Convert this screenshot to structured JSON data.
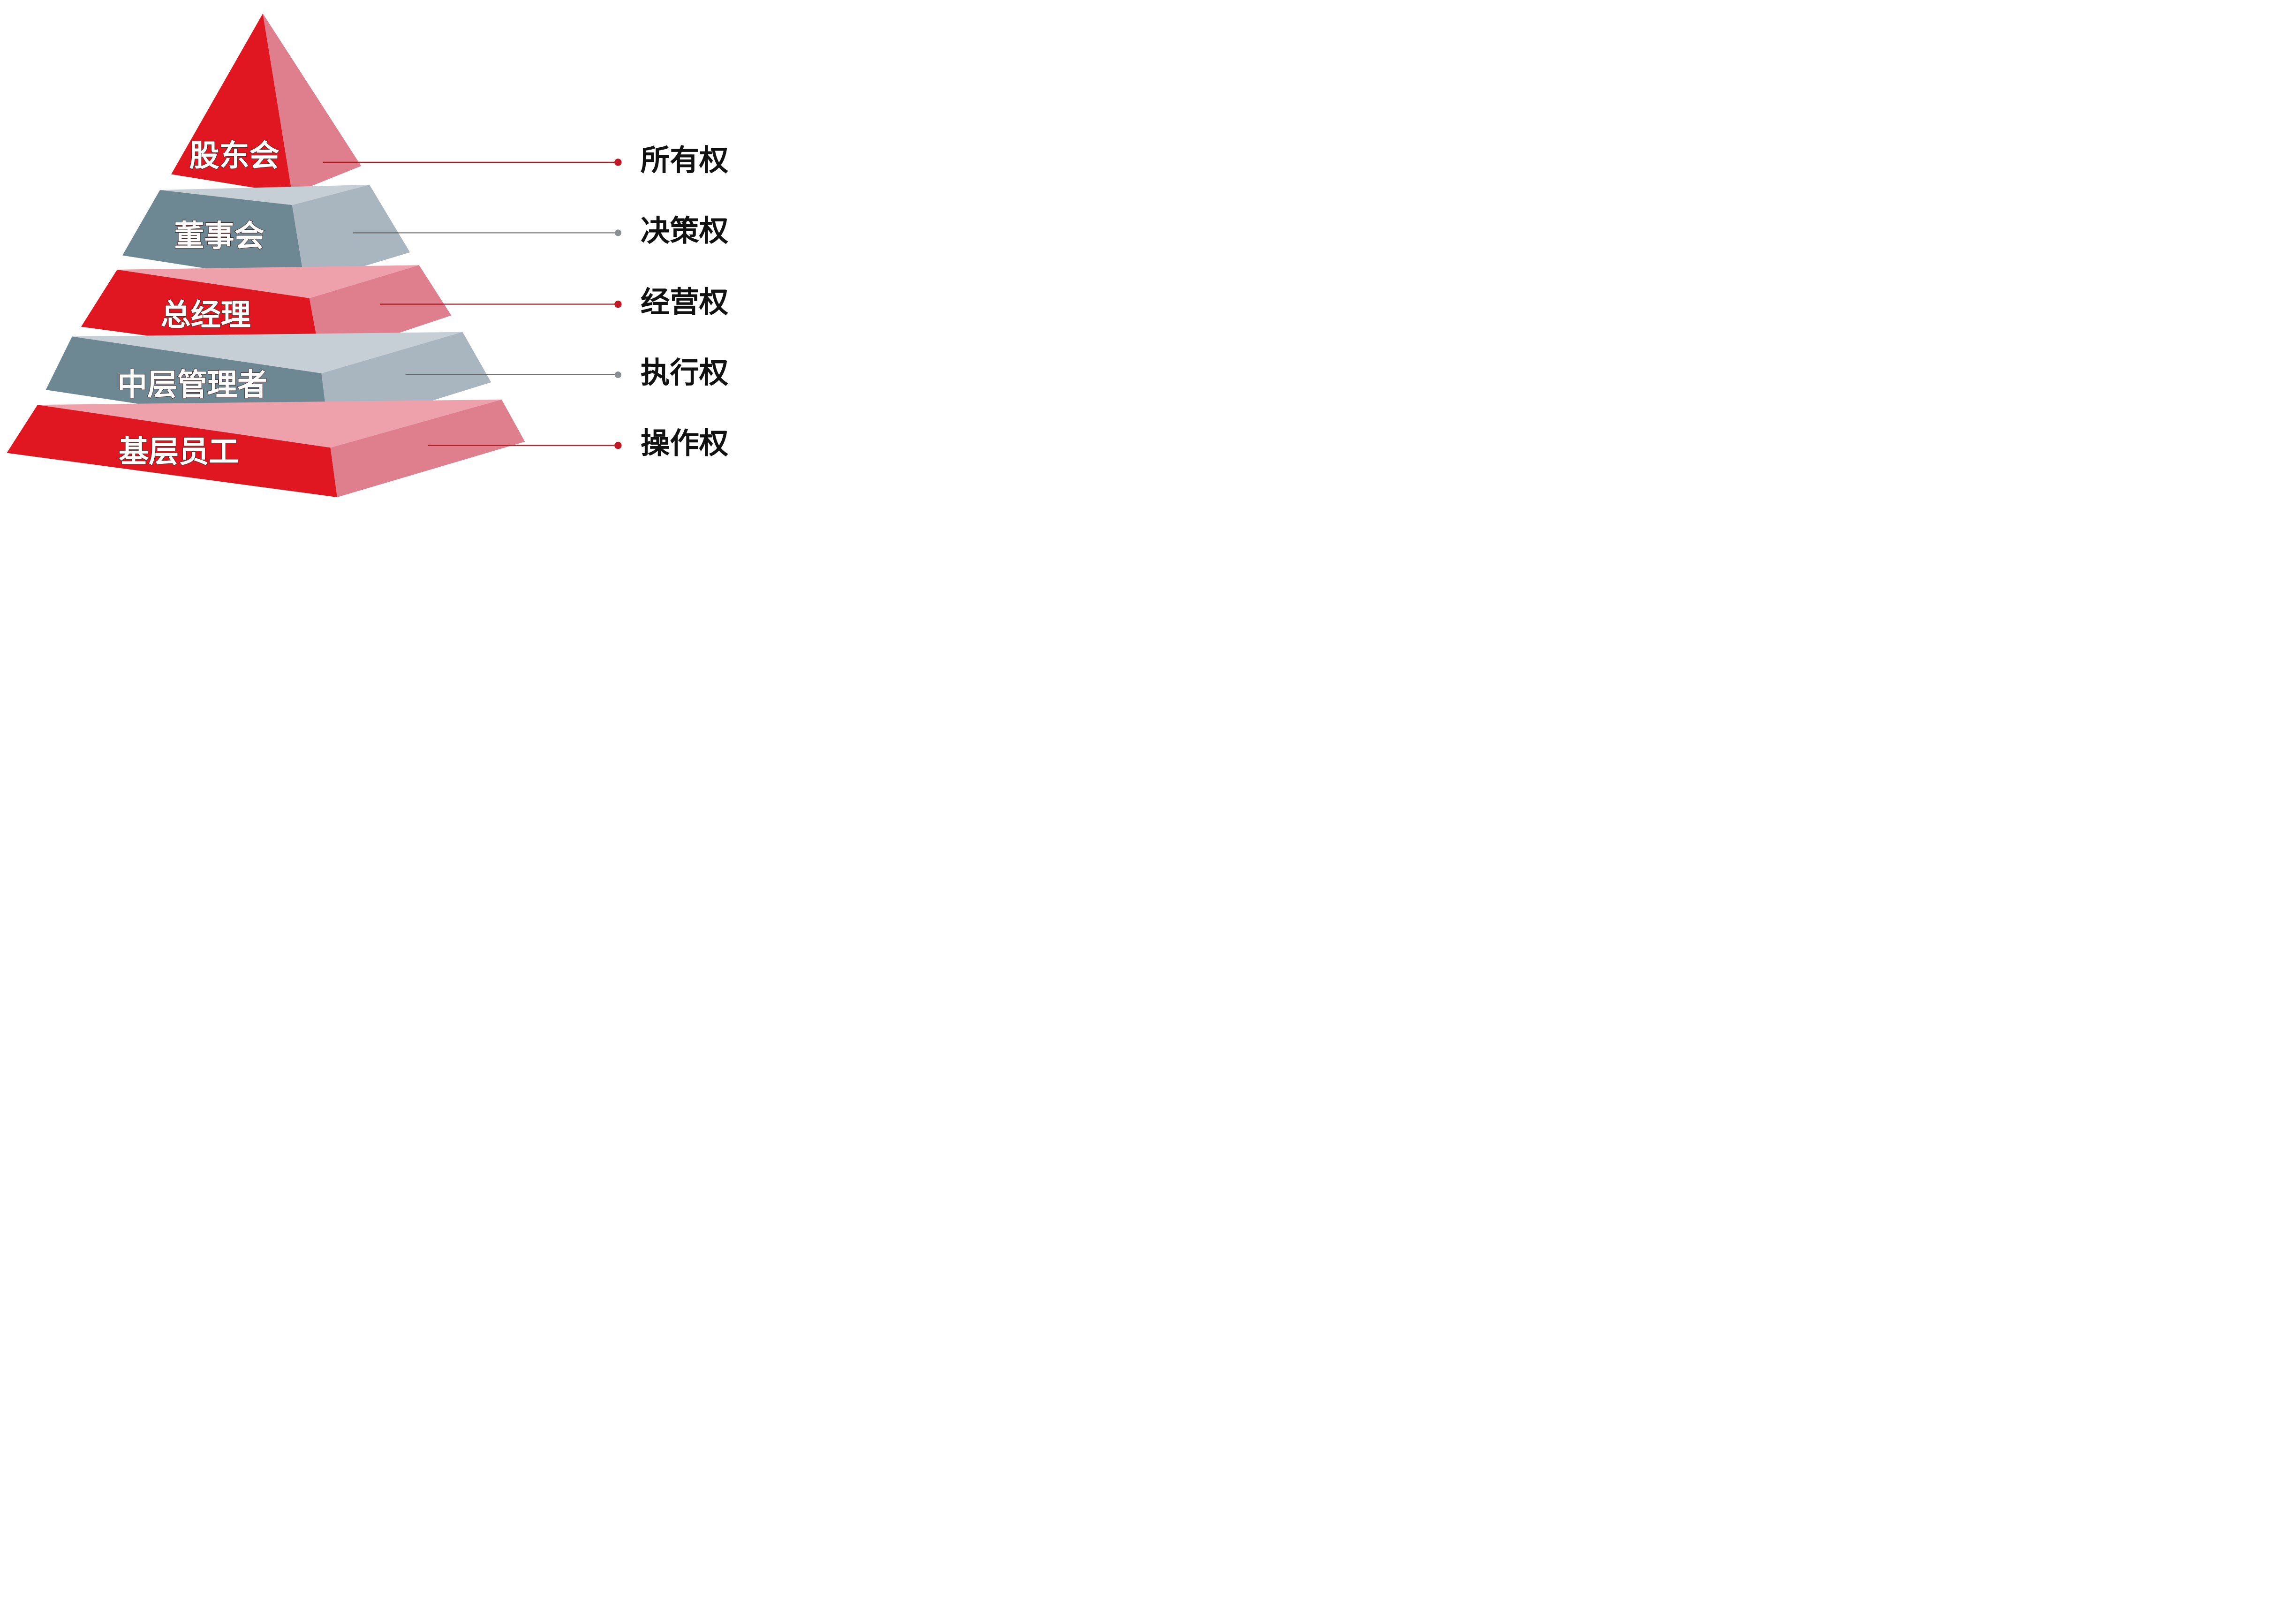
{
  "diagram": {
    "tiers": [
      {
        "label": "股东会",
        "role": "所有权",
        "color": "red"
      },
      {
        "label": "董事会",
        "role": "决策权",
        "color": "gray"
      },
      {
        "label": "总经理",
        "role": "经营权",
        "color": "red"
      },
      {
        "label": "中层管理者",
        "role": "执行权",
        "color": "gray"
      },
      {
        "label": "基层员工",
        "role": "操作权",
        "color": "red"
      }
    ]
  },
  "colors": {
    "red_front": "#e01620",
    "red_side": "#df7f8d",
    "red_top": "#eea0ab",
    "gray_front": "#6e8893",
    "gray_side": "#a9b5bf",
    "gray_top": "#c6cfd6",
    "red_line": "#b01822",
    "gray_line": "#555555",
    "red_dot": "#c01824",
    "gray_dot": "#8a9094"
  }
}
